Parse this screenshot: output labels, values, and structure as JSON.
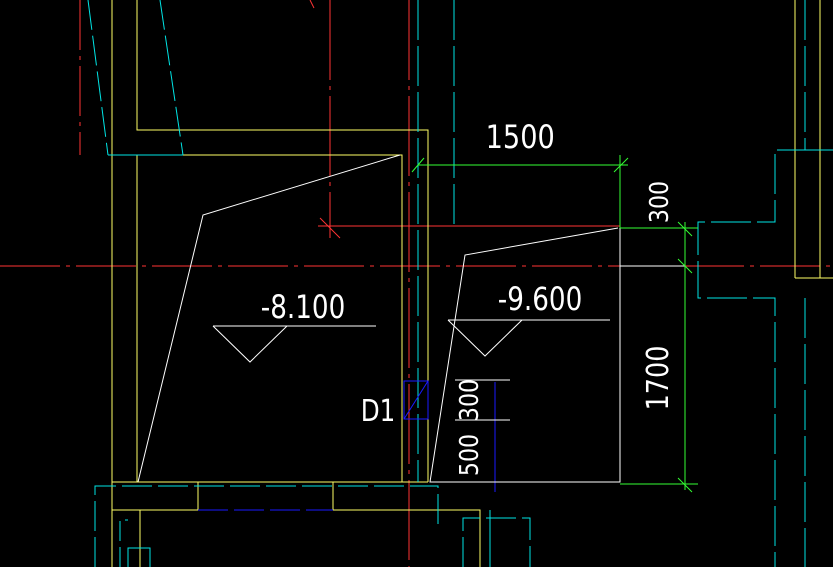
{
  "colors": {
    "background": "#000000",
    "wall": "#ffff66",
    "hidden": "#00e5e5",
    "axis": "#ff3333",
    "dimension": "#33ff33",
    "outline": "#ffffff",
    "tag": "#1a1aff"
  },
  "dimensions": {
    "top_width": "1500",
    "right_upper": "300",
    "right_lower": "1700",
    "small_upper": "300",
    "small_lower": "500"
  },
  "levels": {
    "left": "-8.100",
    "right": "-9.600"
  },
  "tag": {
    "label": "D1"
  }
}
